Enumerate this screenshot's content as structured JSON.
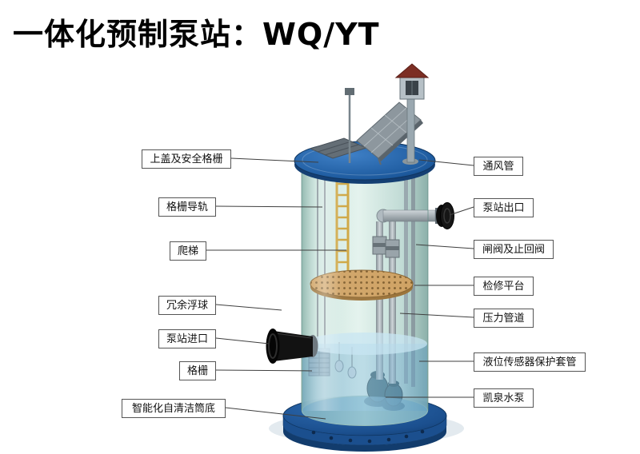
{
  "title": "一体化预制泵站：WQ/YT",
  "diagram": {
    "labels_left": [
      "上盖及安全格栅",
      "格栅导轨",
      "爬梯",
      "冗余浮球",
      "泵站进口",
      "格栅",
      "智能化自清洁筒底"
    ],
    "labels_right": [
      "通风管",
      "泵站出口",
      "闸阀及止回阀",
      "检修平台",
      "压力管道",
      "液位传感器保护套管",
      "凯泉水泵"
    ],
    "colors": {
      "lid_blue": "#1d5a9e",
      "base_blue": "#1b4f8e",
      "tank_teal": "#cde6df",
      "water_blue": "#7fb4d4",
      "platform_tan": "#cfa263",
      "ladder_yellow": "#cda43e",
      "roof_red": "#7c2e24",
      "pipe_grey": "#9aa8b0",
      "flange_black": "#0c0c0c"
    }
  }
}
